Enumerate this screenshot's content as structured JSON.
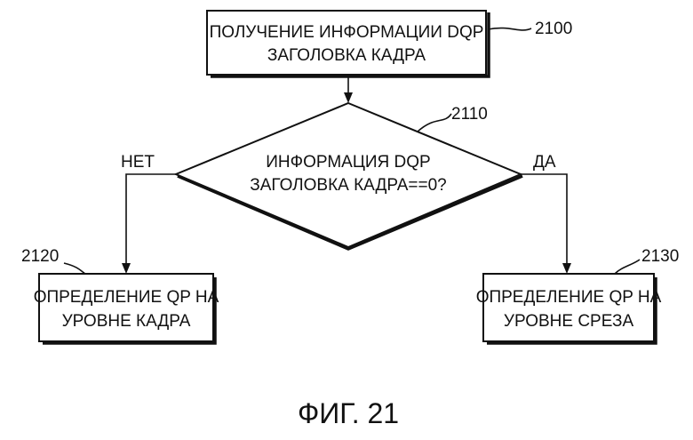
{
  "steps": {
    "step_2100": {
      "ref": "2100",
      "lines": [
        "ПОЛУЧЕНИЕ ИНФОРМАЦИИ DQP",
        "ЗАГОЛОВКА КАДРА"
      ]
    },
    "step_2110": {
      "ref": "2110",
      "lines": [
        "ИНФОРМАЦИЯ DQP",
        "ЗАГОЛОВКА КАДРА==0?"
      ]
    },
    "step_2120": {
      "ref": "2120",
      "lines": [
        "ОПРЕДЕЛЕНИЕ QP НА",
        "УРОВНЕ КАДРА"
      ]
    },
    "step_2130": {
      "ref": "2130",
      "lines": [
        "ОПРЕДЕЛЕНИЕ QP НА",
        "УРОВНЕ СРЕЗА"
      ]
    }
  },
  "branches": {
    "no": "НЕТ",
    "yes": "ДА"
  },
  "figure": {
    "caption": "ФИГ. 21"
  }
}
